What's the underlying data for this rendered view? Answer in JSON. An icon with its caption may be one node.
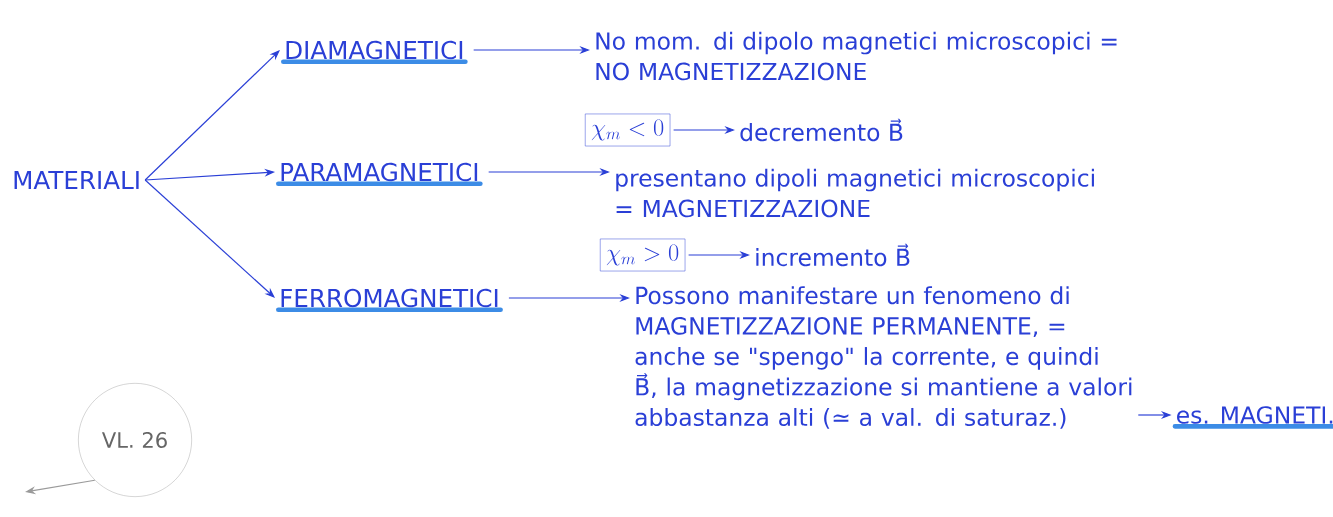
{
  "diagram": {
    "nodes": [
      {
        "text": [
          "MATERIALI"
        ]
      },
      {
        "text": [
          "DIAMAGNETICI"
        ]
      },
      {
        "text": [
          "PARAMAGNETICI"
        ]
      },
      {
        "text": [
          "FERROMAGNETICI"
        ]
      },
      {
        "text": [
          "No mom. di dipolo magnetici microscopici = NO MAGNETIZZAZIONE"
        ]
      },
      {
        "text": [
          "\\chi_m < 0"
        ]
      },
      {
        "text": [
          "decremento B⃗"
        ]
      },
      {
        "text": [
          "presentano dipoli magnetici microscopici = MAGNETIZZAZIONE"
        ]
      },
      {
        "text": [
          "\\chi_m > 0"
        ]
      },
      {
        "text": [
          "incremento B⃗"
        ]
      },
      {
        "text": [
          "Possono manifestare un fenomeno di MAGNETIZZAZIONE PERMANENTE, = anche se \"spengo\" la corrente, e quindi B⃗, la magnetizzazione si mantiene a valori abbastanza alti (≃ a val. di saturaz.)"
        ]
      },
      {
        "text": [
          "es. MAGNETI."
        ]
      },
      {
        "text": [
          "VL. 26"
        ]
      }
    ],
    "edges": [
      {
        "from": 0,
        "to": 1,
        "arrow": "to"
      },
      {
        "from": 0,
        "to": 2,
        "arrow": "to"
      },
      {
        "from": 0,
        "to": 3,
        "arrow": "to"
      },
      {
        "from": 1,
        "to": 4,
        "arrow": "to"
      },
      {
        "from": 5,
        "to": 6,
        "arrow": "to"
      },
      {
        "from": 2,
        "to": 7,
        "arrow": "to"
      },
      {
        "from": 8,
        "to": 9,
        "arrow": "to"
      },
      {
        "from": 3,
        "to": 10,
        "arrow": "to"
      },
      {
        "from": 10,
        "to": 11,
        "arrow": "to"
      },
      {
        "from": 12,
        "to": null,
        "arrow": "to",
        "color": "#9a9a9a"
      }
    ]
  }
}
